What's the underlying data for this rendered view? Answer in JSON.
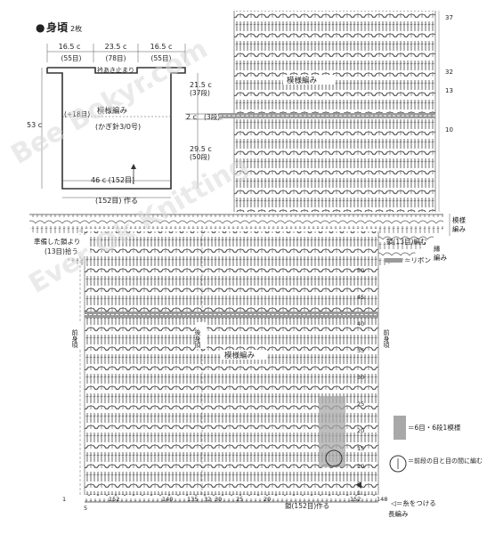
{
  "title": {
    "bullet": "●",
    "text": "身頃",
    "note": "2枚"
  },
  "schematic": {
    "top_widths": [
      {
        "cm": "16.5 c",
        "sts": "(55目)"
      },
      {
        "cm": "23.5 c",
        "sts": "(78目)"
      },
      {
        "cm": "16.5 c",
        "sts": "(55目)"
      }
    ],
    "neck_label": "衿あき止まり",
    "height_total": "53 c",
    "right_dims": [
      {
        "cm": "21.5 c",
        "rows": "(37段)"
      },
      {
        "cm": "2 c",
        "rows": "(3段)"
      },
      {
        "cm": "29.5 c",
        "rows": "(50段)"
      }
    ],
    "increase": "(+18目)",
    "pattern": "模様編み",
    "hook": "(かぎ針3/0号)",
    "bottom_width": "46 c (152目)",
    "make": "(152目) 作る"
  },
  "chart": {
    "top_numbers": [
      "37",
      "32",
      "13",
      "10"
    ],
    "top_pattern": "模様編み",
    "side_numbers": [
      "50",
      "45",
      "40",
      "35",
      "30",
      "25",
      "20",
      "15",
      "10",
      "5",
      "1"
    ],
    "bottom_numbers": [
      "5",
      "1",
      "152",
      "140",
      "135",
      "32",
      "30",
      "25",
      "20",
      "152",
      "148"
    ],
    "label_pickup": "準備した鎖より\n(13目)拾う",
    "label_front_left": "前身頃",
    "label_back": "後身頃",
    "label_front_right": "前身頃",
    "label_main_pattern": "模様編み",
    "label_chain_make": "鎖(152目)作る",
    "label_hem": "長編み",
    "label_chain_side": "鎖(13目)編む",
    "label_sleeve_pattern_1": "模様",
    "label_sleeve_pattern_2": "編み",
    "label_border_1": "縁",
    "label_border_2": "編み",
    "legend": [
      {
        "symbol": "band",
        "text": "＝リボン"
      },
      {
        "symbol": "gray-box",
        "text": "＝6目・6段1模様"
      },
      {
        "symbol": "stitch",
        "text": "＝前段の目と目の間に編む"
      },
      {
        "symbol": "arrow",
        "text": "◁＝糸をつける"
      }
    ]
  },
  "watermark": [
    "Bee Bokyr.com",
    "Ever Ok Knitting"
  ],
  "colors": {
    "line": "#333333",
    "ribbon": "#9a9a9a",
    "gray_box": "#a8a8a8"
  }
}
